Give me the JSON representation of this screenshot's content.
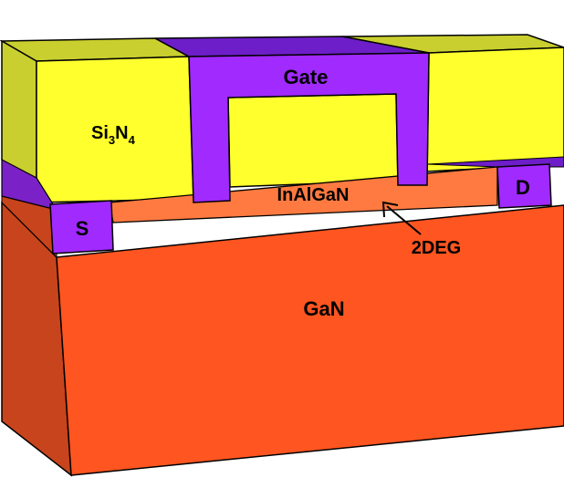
{
  "labels": {
    "gate": "Gate",
    "passivation_main": "Si",
    "passivation_sub1": "3",
    "passivation_mid": "N",
    "passivation_sub2": "4",
    "barrier": "InAlGaN",
    "source": "S",
    "drain": "D",
    "channel": "2DEG",
    "substrate": "GaN"
  },
  "colors": {
    "gan_front": "#FF5520",
    "gan_side": "#C8441C",
    "barrier_front": "#FF7A40",
    "barrier_top": "#FF8A55",
    "nitride_front": "#FFFF2E",
    "nitride_top": "#C9CF2E",
    "nitride_side": "#C9CF2E",
    "metal_front": "#A12AFF",
    "metal_top": "#6D1EC8",
    "metal_side": "#7A22C8",
    "outline": "#000000"
  }
}
